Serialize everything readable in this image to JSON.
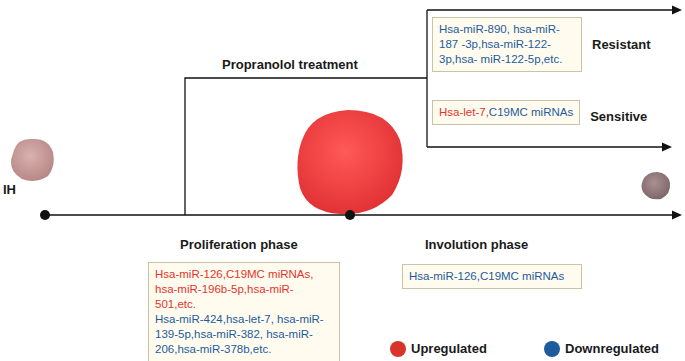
{
  "diagram": {
    "nodes": [
      {
        "text": [
          "Hsa-miR-890, hsa-miR-187 -3p,hsa-miR-122-3p,hsa- miR-122-5p,etc."
        ]
      },
      {
        "text": [
          "Hsa-let-7,",
          "C19MC miRNAs"
        ]
      },
      {
        "text": [
          "Hsa-miR-126,C19MC miRNAs, hsa-miR-196b-5p,hsa-miR-501,etc.",
          "Hsa-miR-424,hsa-let-7, hsa-miR-139-5p,hsa-miR-382, hsa-miR-206,hsa-miR-378b,etc."
        ]
      },
      {
        "text": [
          "Hsa-miR-126,C19MC miRNAs"
        ]
      }
    ],
    "labels": [
      "IH",
      "Propranolol treatment",
      "Resistant",
      "Sensitive",
      "Proliferation phase",
      "Involution phase"
    ],
    "legend": [
      {
        "text": "Upregulated",
        "color": "#d9342c"
      },
      {
        "text": "Downregulated",
        "color": "#1d5b9e"
      }
    ]
  }
}
